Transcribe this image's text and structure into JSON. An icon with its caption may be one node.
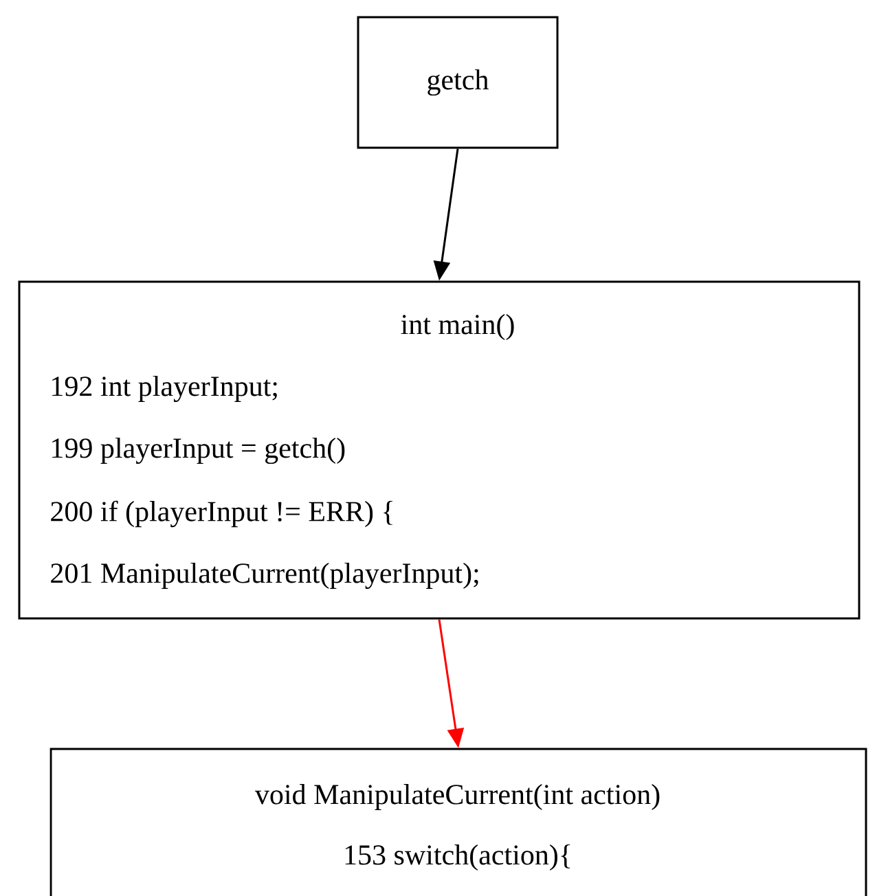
{
  "diagram": {
    "nodes": [
      {
        "text": [
          "getch"
        ]
      },
      {
        "text": [
          "int main()",
          "192 int playerInput;",
          "199 playerInput = getch()",
          "200 if (playerInput != ERR) {",
          "201 ManipulateCurrent(playerInput);"
        ]
      },
      {
        "text": [
          "void ManipulateCurrent(int action)",
          "153 switch(action){"
        ]
      }
    ],
    "edges": [
      {
        "from": 0,
        "to": 1,
        "arrow": "to"
      },
      {
        "from": 1,
        "to": 2,
        "arrow": "to",
        "color": "#ff0000"
      }
    ]
  }
}
